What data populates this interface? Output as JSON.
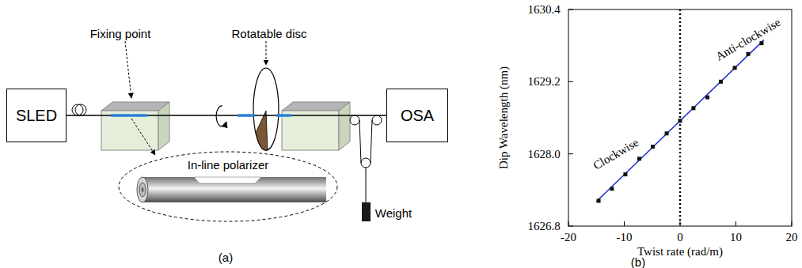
{
  "diagram": {
    "nodes": [
      {
        "text": [
          "SLED"
        ]
      },
      {
        "text": [
          "OSA"
        ]
      }
    ],
    "edges": [
      {
        "from": 0,
        "to": 1,
        "arrow": "none"
      }
    ],
    "labels": [
      "Fixing point",
      "Rotatable disc",
      "In-line polarizer",
      "Weight",
      "(a)",
      "1630.4",
      "1629.2",
      "1628.0",
      "1626.8",
      "-20",
      "-10",
      "0",
      "10",
      "20",
      "Dip Wavelength (nm)",
      "Twist rate (rad/m)",
      "Clockwise",
      "Anti-clockwise",
      "(b)"
    ]
  }
}
